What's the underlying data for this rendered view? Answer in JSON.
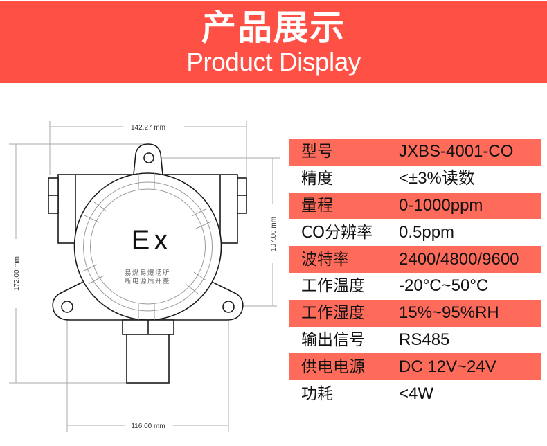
{
  "header": {
    "title_cn": "产品展示",
    "title_en": "Product Display",
    "bg_color": "#fe5045"
  },
  "drawing": {
    "dim_width_top": "142.27 mm",
    "dim_height_left": "172.00 mm",
    "dim_height_right": "107.00 mm",
    "dim_width_bottom": "116.00 mm",
    "cover_mark": "Ex",
    "warning_line1": "易燃易爆场所",
    "warning_line2": "断电源后开盖"
  },
  "specs": {
    "row_color": "#ff6b5b",
    "rows": [
      {
        "label": "型号",
        "value": "JXBS-4001-CO"
      },
      {
        "label": "精度",
        "value": "<±3%读数"
      },
      {
        "label": "量程",
        "value": "0-1000ppm"
      },
      {
        "label": "CO分辨率",
        "value": "0.5ppm"
      },
      {
        "label": "波特率",
        "value": "2400/4800/9600"
      },
      {
        "label": "工作温度",
        "value": "-20°C~50°C"
      },
      {
        "label": "工作湿度",
        "value": "15%~95%RH"
      },
      {
        "label": "输出信号",
        "value": "RS485"
      },
      {
        "label": "供电电源",
        "value": "DC 12V~24V"
      },
      {
        "label": "功耗",
        "value": "<4W"
      }
    ]
  }
}
